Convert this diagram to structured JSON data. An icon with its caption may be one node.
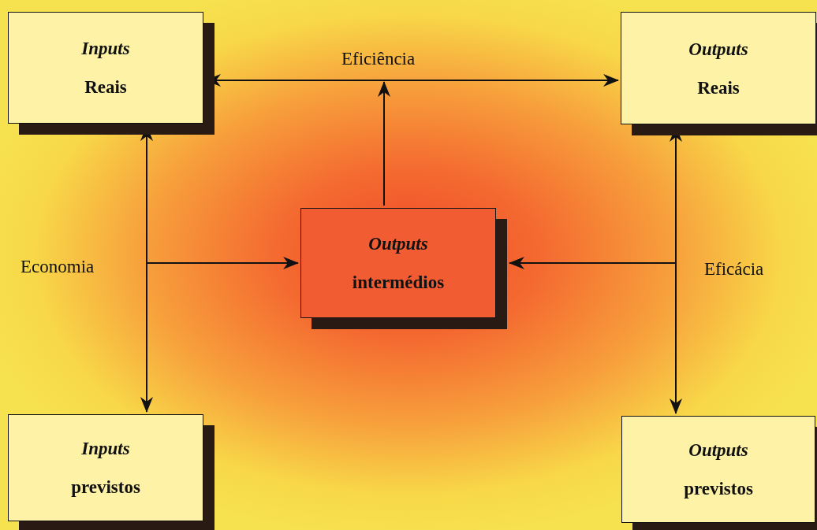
{
  "diagram": {
    "nodes": [
      {
        "text": [
          "Inputs",
          "Reais"
        ]
      },
      {
        "text": [
          "Outputs",
          "Reais"
        ]
      },
      {
        "text": [
          "Outputs",
          "intermédios"
        ]
      },
      {
        "text": [
          "Inputs",
          "previstos"
        ]
      },
      {
        "text": [
          "Outputs",
          "previstos"
        ]
      }
    ],
    "edges": [
      {
        "from": 0,
        "to": 1,
        "arrow": "both",
        "label": "Eficiência"
      },
      {
        "from": 2,
        "to": null,
        "arrow": "to"
      },
      {
        "from": 0,
        "to": 3,
        "arrow": "both",
        "label": "Economia"
      },
      {
        "from": null,
        "to": 2,
        "arrow": "to"
      },
      {
        "from": 1,
        "to": 4,
        "arrow": "both",
        "label": "Eficácia"
      },
      {
        "from": null,
        "to": 2,
        "arrow": "to"
      }
    ]
  }
}
